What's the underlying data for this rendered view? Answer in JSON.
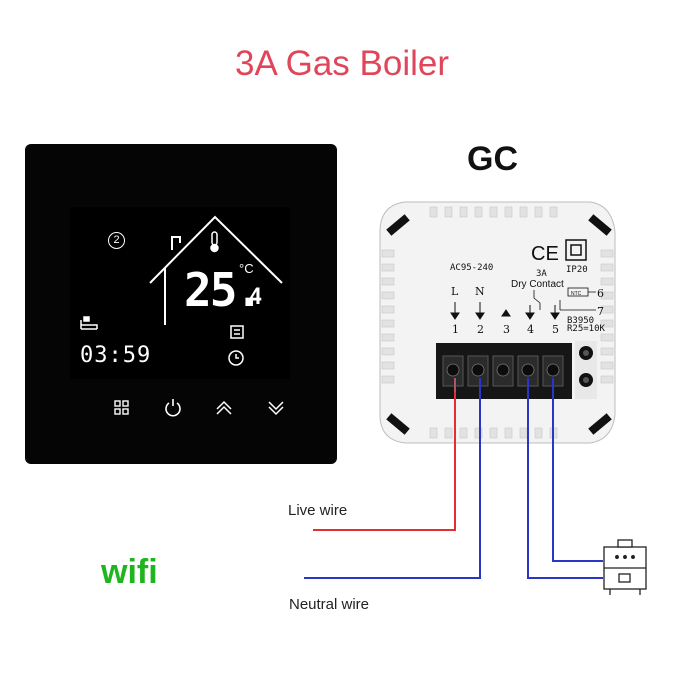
{
  "title": "3A Gas Boiler",
  "model": "GC",
  "wifi": "wifi",
  "thermostat": {
    "temperature": "25.",
    "temperature_decimal": "4",
    "unit": "°C",
    "clock": "03:59",
    "mode_number": "2"
  },
  "module": {
    "voltage": "AC95-240",
    "rating": "3A",
    "contact": "Dry Contact",
    "ce": "CE",
    "ip": "IP20",
    "ntc": "NTC",
    "sensor_1": "B3950",
    "sensor_2": "R25=10K",
    "terminal_letters": [
      "L",
      "N"
    ],
    "terminals": [
      "1",
      "2",
      "3",
      "4",
      "5"
    ],
    "side_terminals": [
      "6",
      "7"
    ]
  },
  "labels": {
    "live": "Live wire",
    "neutral": "Neutral wire"
  },
  "colors": {
    "title": "#e0455a",
    "wifi": "#1fb51f",
    "live_wire": "#e23030",
    "neutral_wire": "#2a36c8"
  },
  "icons": [
    "grid-icon",
    "power-icon",
    "chevron-up-icon",
    "chevron-down-icon",
    "thermometer-icon",
    "heating-icon",
    "clock-icon",
    "bed-icon",
    "boiler-icon"
  ]
}
